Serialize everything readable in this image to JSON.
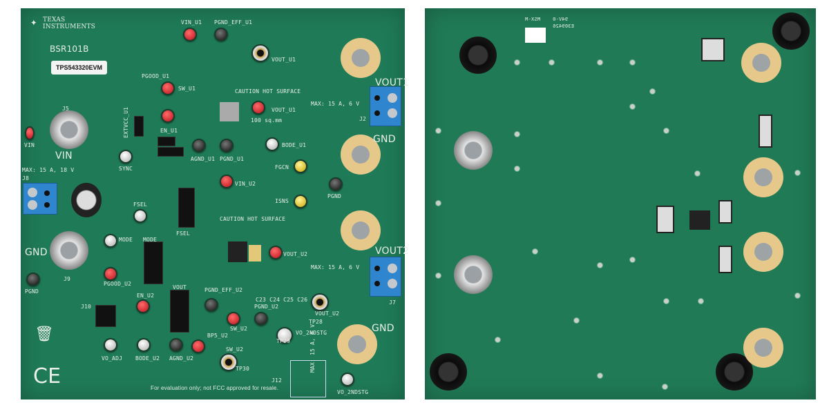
{
  "left_board": {
    "logo": "TEXAS INSTRUMENTS",
    "board_id": "BSR101B",
    "product_label": "TPS543320EVM",
    "labels": [
      "VIN_U1",
      "PGND_EFF_U1",
      "VOUT_U1",
      "CAUTION HOT SURFACE",
      "MAX: 15 A, 6 V",
      "VOUT1",
      "J2",
      "GND",
      "PGOOD_U1",
      "SW_U1",
      "EN_U1",
      "VOUT_U1",
      "100 sq.mm",
      "J5",
      "VIN",
      "VIN",
      "MAX: 15 A, 18 V",
      "J8",
      "SYNC",
      "AGND_U1",
      "PGND_U1",
      "BODE_U1",
      "FGCN",
      "ISNS",
      "PGND",
      "VIN_U2",
      "FSEL",
      "FSEL",
      "CAUTION HOT SURFACE",
      "MODE",
      "MODE",
      "GND",
      "J9",
      "PGND",
      "PGOOD_U2",
      "VOUT_U2",
      "VOUT2",
      "MAX: 15 A, 6 V",
      "J7",
      "VOUT",
      "PGND_EFF_U2",
      "C23 C24 C25 C26",
      "PGND_U2",
      "EN_U2",
      "VOUT_U2",
      "SW_U2",
      "VO_2NDSTG",
      "GND",
      "BP5_U2",
      "VO_ADJ",
      "BODE_U2",
      "AGND_U2",
      "SW_U2",
      "For evaluation only; not FCC approved for resale.",
      "MAX: 15 A, 6 V",
      "VO_2NDSTG",
      "J12",
      "EXTVCC_U1",
      "J10",
      "TP28",
      "TP29",
      "TP30"
    ],
    "ce_mark": "CE"
  },
  "right_board": {
    "labels": [
      "MSX-M",
      "94V-0",
      "E309426"
    ]
  },
  "colors": {
    "pcb": "#1f7a57",
    "terminal": "#2f86cf",
    "pad": "#e6c98a",
    "testpoint_red": "#c8161f"
  }
}
